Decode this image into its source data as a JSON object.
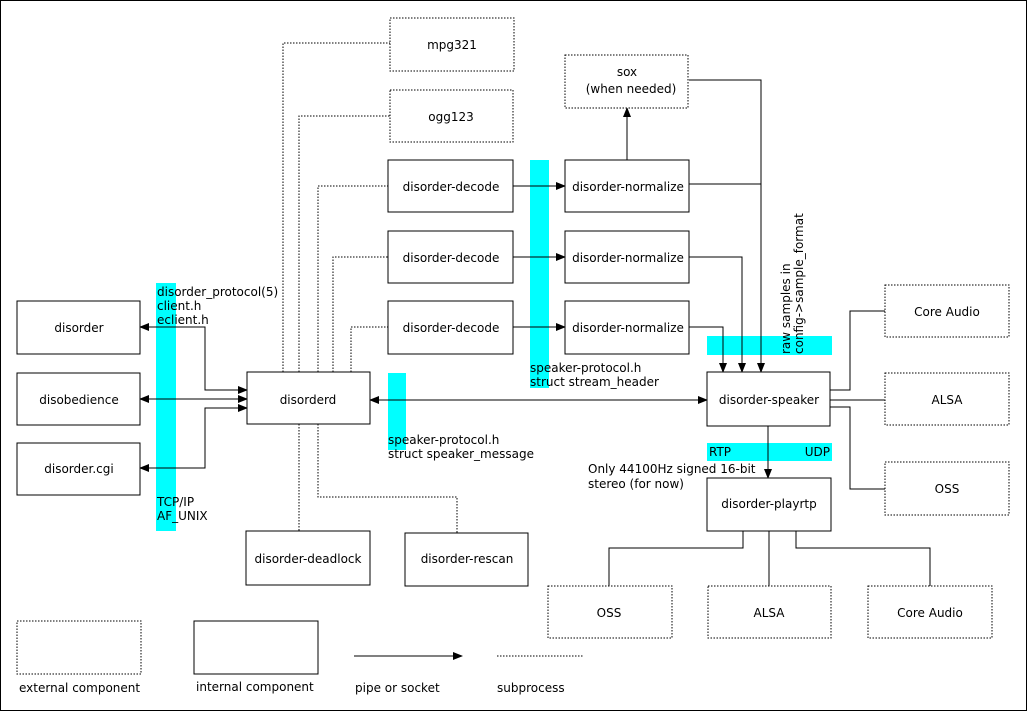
{
  "nodes": {
    "mpg321": "mpg321",
    "ogg123": "ogg123",
    "sox_line1": "sox",
    "sox_line2": "(when needed)",
    "decode1": "disorder-decode",
    "decode2": "disorder-decode",
    "decode3": "disorder-decode",
    "normalize1": "disorder-normalize",
    "normalize2": "disorder-normalize",
    "normalize3": "disorder-normalize",
    "disorder": "disorder",
    "disobedience": "disobedience",
    "disorder_cgi": "disorder.cgi",
    "disorderd": "disorderd",
    "speaker": "disorder-speaker",
    "playrtp": "disorder-playrtp",
    "deadlock": "disorder-deadlock",
    "rescan": "disorder-rescan",
    "core_audio_top": "Core Audio",
    "alsa_top": "ALSA",
    "oss_top": "OSS",
    "oss_bottom": "OSS",
    "alsa_bottom": "ALSA",
    "core_audio_bottom": "Core Audio"
  },
  "labels": {
    "protocol": [
      "disorder_protocol(5)",
      "client.h",
      "eclient.h"
    ],
    "transport": [
      "TCP/IP",
      "AF_UNIX"
    ],
    "speaker_protocol_stream": [
      "speaker-protocol.h",
      "struct stream_header"
    ],
    "speaker_protocol_message": [
      "speaker-protocol.h",
      "struct speaker_message"
    ],
    "raw_samples": [
      "raw samples in",
      "config->sample_format"
    ],
    "rtp": "RTP",
    "udp": "UDP",
    "rtp_note": [
      "Only 44100Hz signed 16-bit",
      "stereo (for now)"
    ]
  },
  "legend": {
    "external": "external component",
    "internal": "internal component",
    "pipe": "pipe or socket",
    "subprocess": "subprocess"
  },
  "colors": {
    "highlight": "#00ffff"
  }
}
